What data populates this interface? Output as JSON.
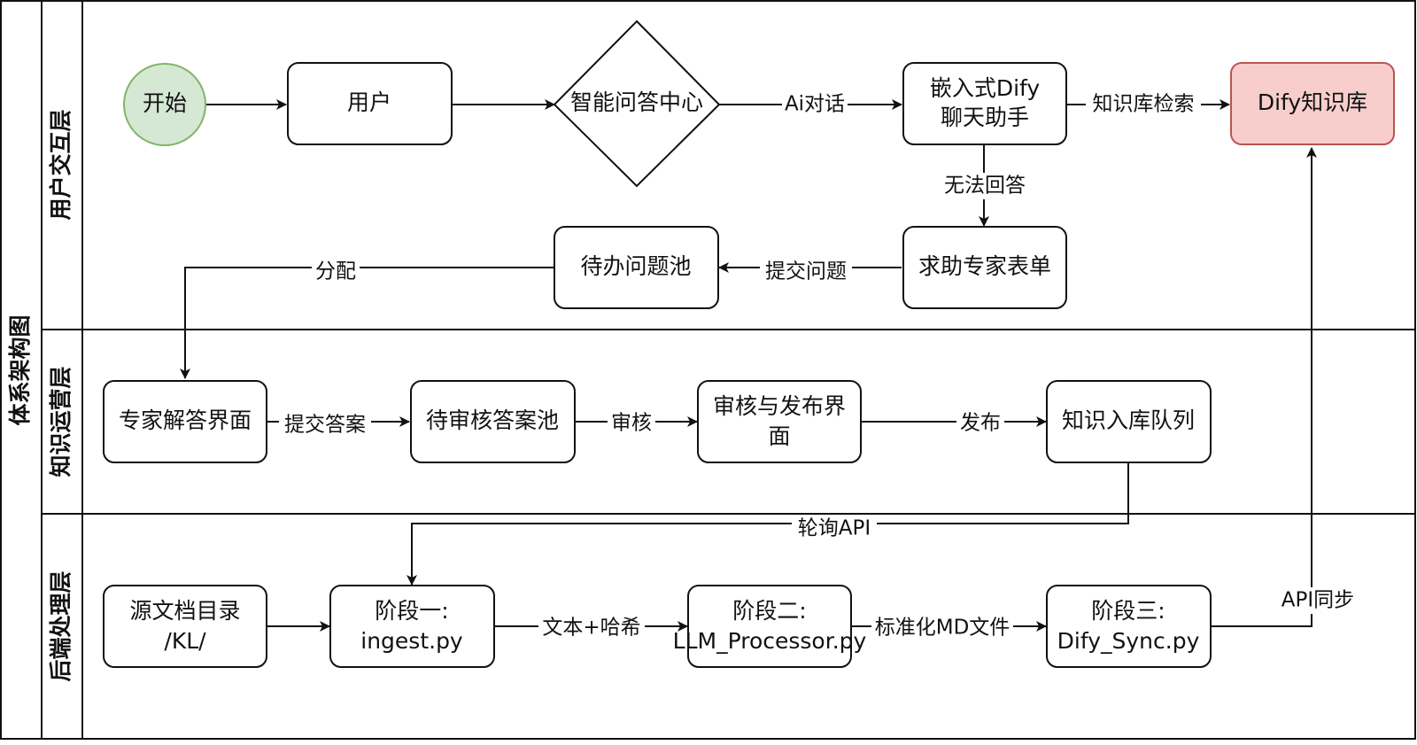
{
  "diagram": {
    "pool_title": "体系架构图",
    "lanes": {
      "user": "用户交互层",
      "ops": "知识运营层",
      "backend": "后端处理层"
    },
    "nodes": {
      "start": "开始",
      "user": "用户",
      "qa_center": "智能问答中心",
      "dify_chat_line1": "嵌入式Dify",
      "dify_chat_line2": "聊天助手",
      "dify_kb": "Dify知识库",
      "expert_form": "求助专家表单",
      "todo_pool": "待办问题池",
      "expert_ui": "专家解答界面",
      "review_pool": "待审核答案池",
      "review_publish_line1": "审核与发布界",
      "review_publish_line2": "面",
      "ingest_queue": "知识入库队列",
      "source_dir_line1": "源文档目录",
      "source_dir_line2": "/KL/",
      "stage1_line1": "阶段一:",
      "stage1_line2": "ingest.py",
      "stage2_line1": "阶段二:",
      "stage2_line2": "LLM_Processor.py",
      "stage3_line1": "阶段三:",
      "stage3_line2": "Dify_Sync.py"
    },
    "edges": {
      "ai_chat": "Ai对话",
      "kb_search": "知识库检索",
      "cannot_answer": "无法回答",
      "submit_question": "提交问题",
      "assign": "分配",
      "submit_answer": "提交答案",
      "review": "审核",
      "publish": "发布",
      "poll_api": "轮询API",
      "text_hash": "文本+哈希",
      "standard_md": "标准化MD文件",
      "api_sync": "API同步"
    },
    "colors": {
      "start_fill": "#d5e8d4",
      "start_stroke": "#82b366",
      "kb_fill": "#f8cecc",
      "kb_stroke": "#b85450"
    }
  }
}
